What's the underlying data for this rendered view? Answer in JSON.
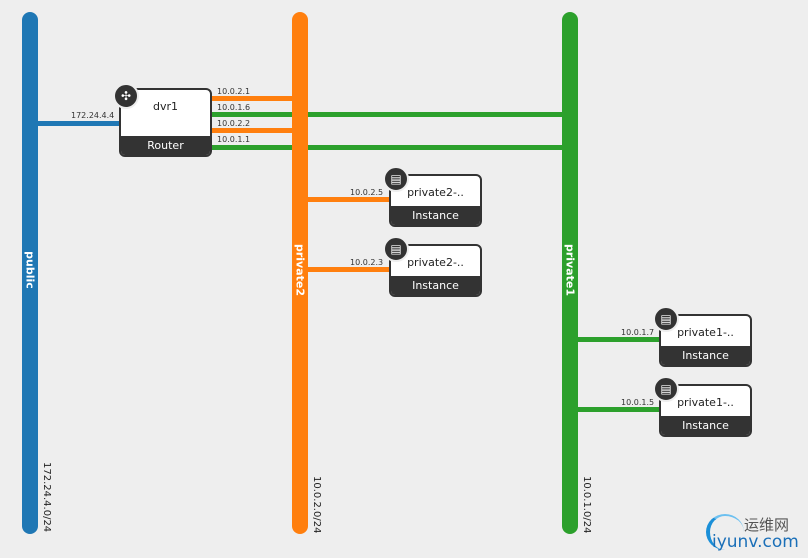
{
  "colors": {
    "public": "#1f77b4",
    "private2": "#ff7f0e",
    "private1": "#2ca02c",
    "node": "#333333"
  },
  "networks": [
    {
      "name": "public",
      "cidr": "172.24.4.0/24"
    },
    {
      "name": "private2",
      "cidr": "10.0.2.0/24"
    },
    {
      "name": "private1",
      "cidr": "10.0.1.0/24"
    }
  ],
  "router": {
    "name": "dvr1",
    "type": "Router",
    "icon": "router-icon",
    "ports": {
      "public": "172.24.4.4",
      "p2a": "10.0.2.1",
      "p1a": "10.0.1.6",
      "p2b": "10.0.2.2",
      "p1b": "10.0.1.1"
    }
  },
  "instances": [
    {
      "name": "private2-..",
      "type": "Instance",
      "ip": "10.0.2.5",
      "icon": "server-icon"
    },
    {
      "name": "private2-..",
      "type": "Instance",
      "ip": "10.0.2.3",
      "icon": "server-icon"
    },
    {
      "name": "private1-..",
      "type": "Instance",
      "ip": "10.0.1.7",
      "icon": "server-icon"
    },
    {
      "name": "private1-..",
      "type": "Instance",
      "ip": "10.0.1.5",
      "icon": "server-icon"
    }
  ],
  "watermark": {
    "cn": "运维网",
    "en": "iyunv.com"
  }
}
